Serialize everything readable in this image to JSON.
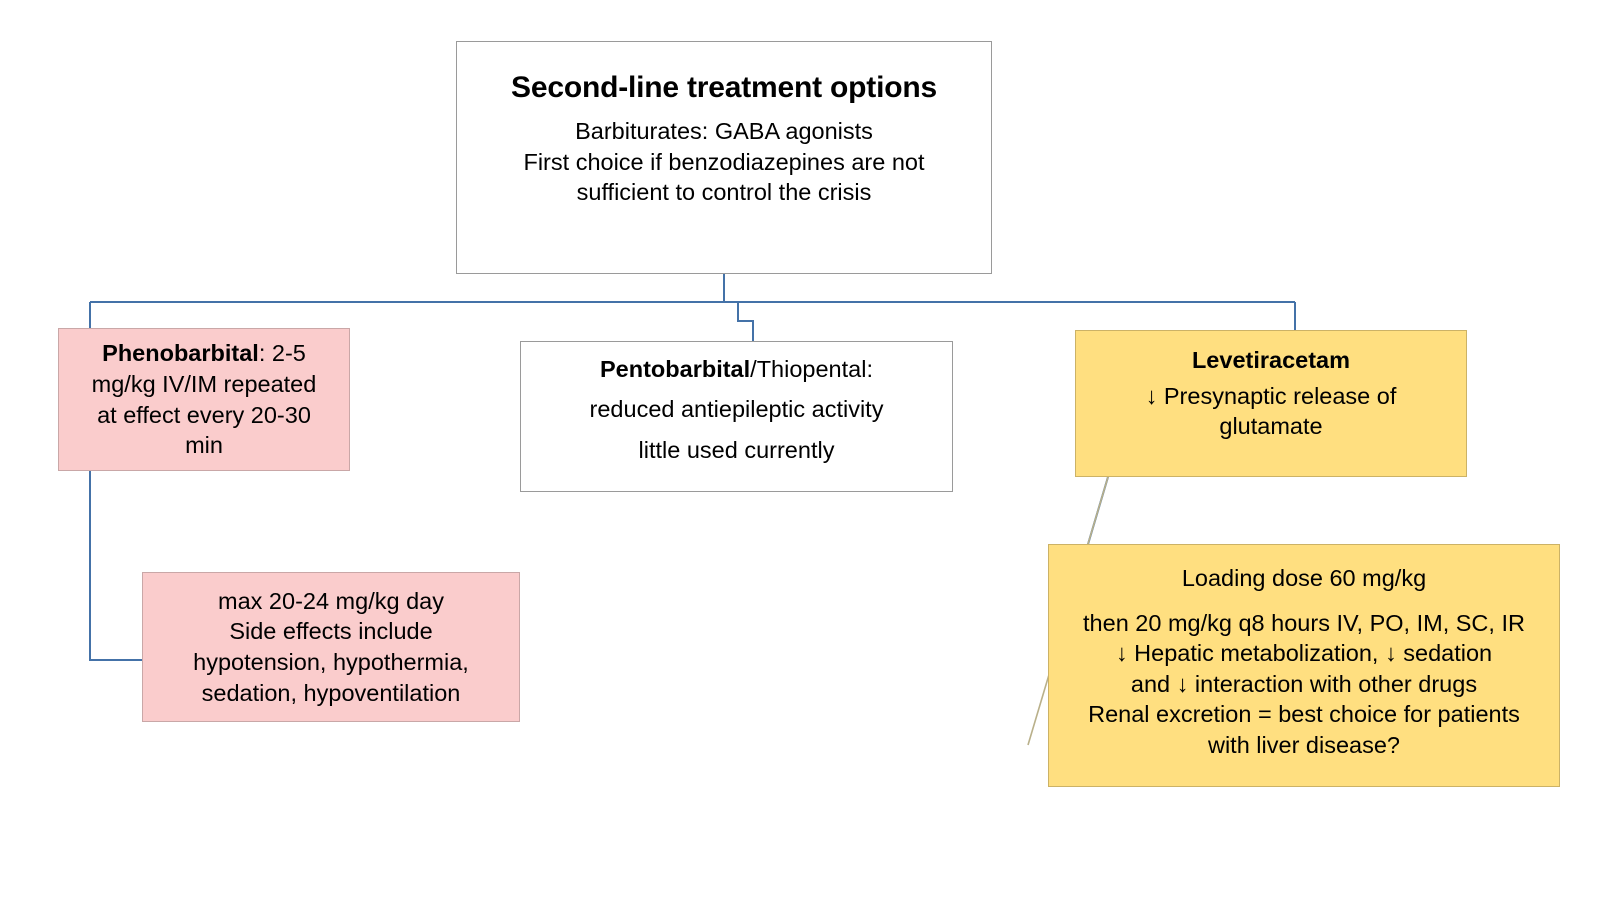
{
  "diagram": {
    "title_node": {
      "heading": "Second-line treatment options",
      "line1": "Barbiturates: GABA agonists",
      "line2": "First choice if benzodiazepines are not",
      "line3": "sufficient to control the crisis"
    },
    "phenobarbital": {
      "lead": "Phenobarbital",
      "line1_rest": ": 2-5",
      "line2": "mg/kg IV/IM repeated",
      "line3": "at effect every 20-30",
      "line4": "min"
    },
    "pentobarbital": {
      "lead": "Pentobarbital",
      "line1_rest": "/Thiopental:",
      "line2": "reduced antiepileptic activity",
      "line3": "little used currently"
    },
    "levetiracetam": {
      "title": "Levetiracetam",
      "line1": "↓ Presynaptic release of",
      "line2": "glutamate"
    },
    "phenobarbital_notes": {
      "line1": "max 20-24 mg/kg day",
      "line2": "Side effects include",
      "line3": "hypotension, hypothermia,",
      "line4": "sedation, hypoventilation"
    },
    "levetiracetam_notes": {
      "line1": "Loading dose 60 mg/kg",
      "line2": "then 20 mg/kg q8 hours IV, PO, IM, SC, IR",
      "line3": "↓ Hepatic metabolization, ↓ sedation",
      "line4": "and ↓ interaction with other drugs",
      "line5": "Renal excretion = best choice for patients",
      "line6": "with liver disease?"
    },
    "colors": {
      "connector": "#4472a8",
      "pink_fill": "#facccc",
      "pink_border": "#c9a7a7",
      "yellow_fill": "#ffdf80",
      "yellow_border": "#ccb266",
      "white_fill": "#ffffff",
      "white_border": "#9a9a9a",
      "text": "#000000",
      "background": "#ffffff"
    }
  }
}
